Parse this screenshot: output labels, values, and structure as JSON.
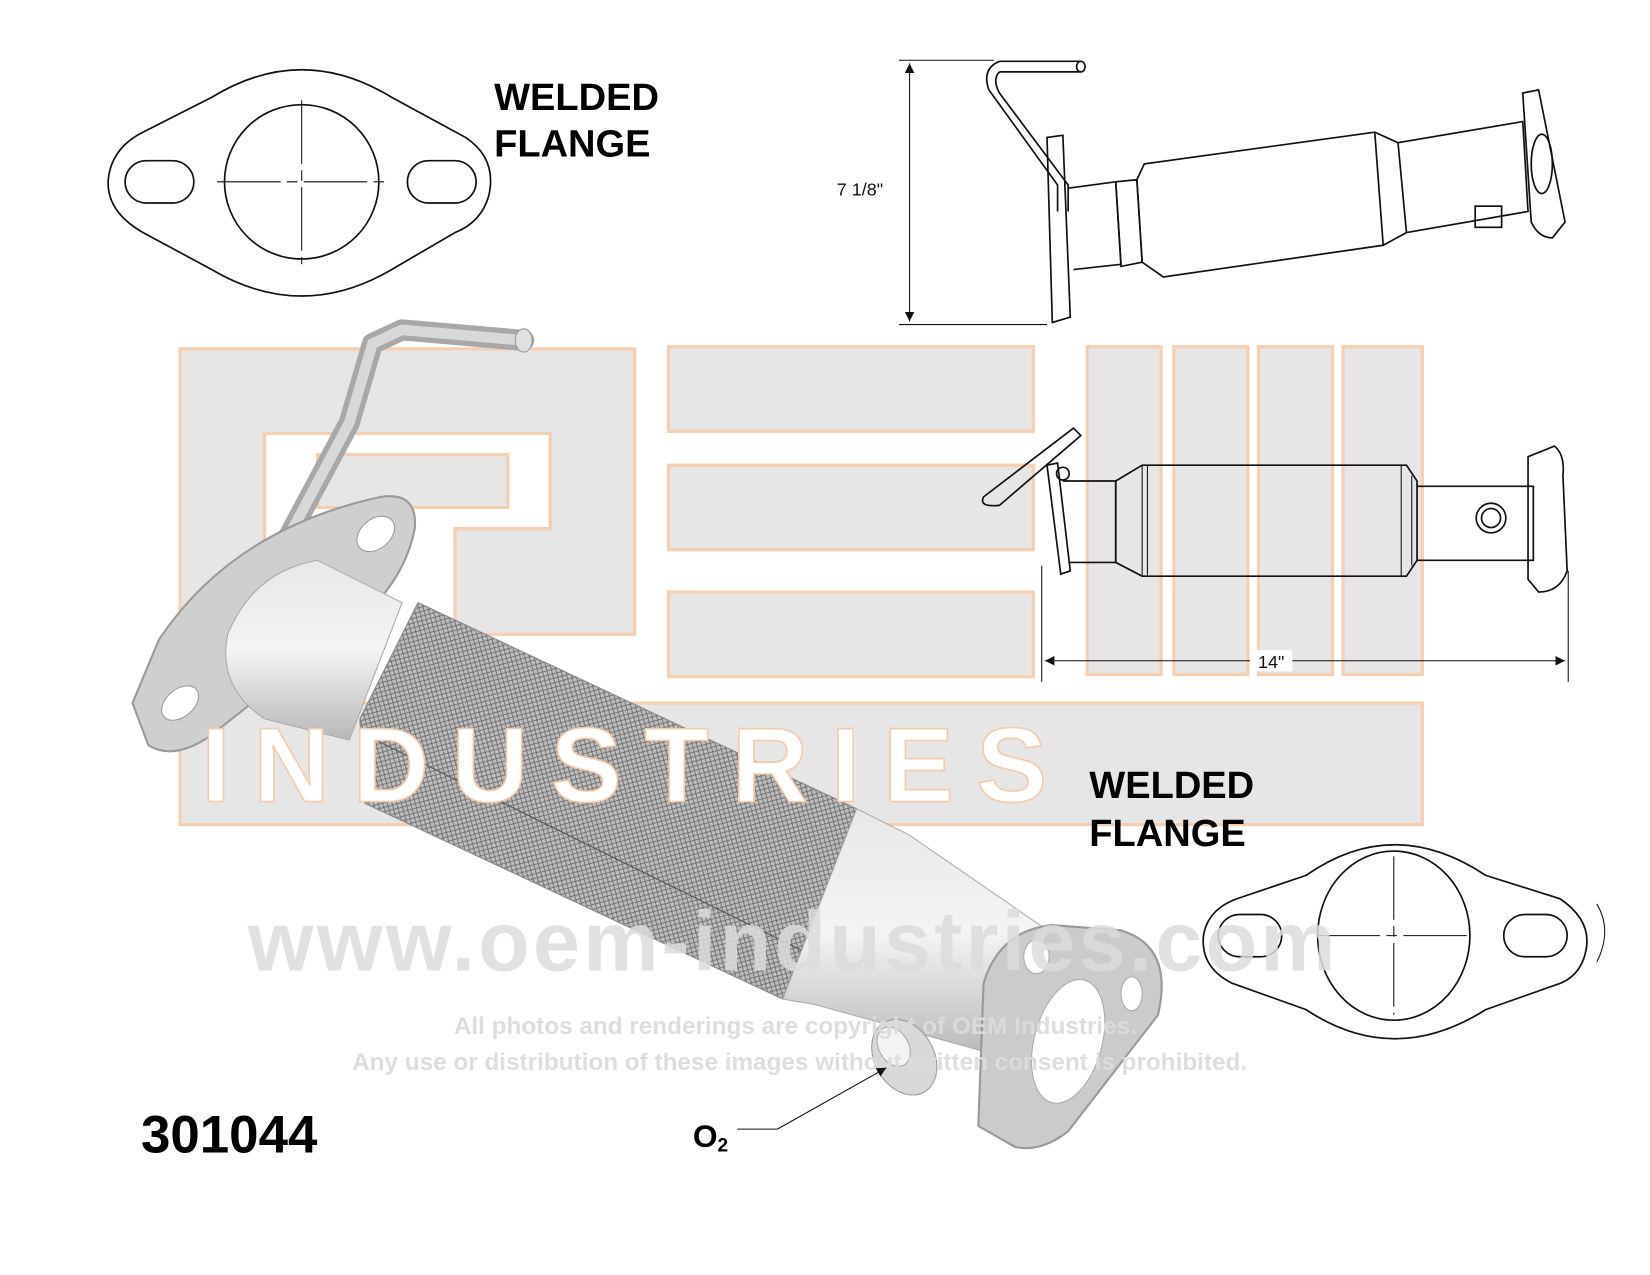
{
  "part_number": "301044",
  "labels": {
    "top_flange_line1": "WELDED",
    "top_flange_line2": "FLANGE",
    "bottom_flange_line1": "WELDED",
    "bottom_flange_line2": "FLANGE",
    "o2_main": "O",
    "o2_sub": "2"
  },
  "dimensions": {
    "height": "7 1/8\"",
    "length": "14\""
  },
  "watermark": {
    "logo_text": "OEM INDUSTRIES",
    "url": "www.oem-industries.com",
    "copyright_line1": "All photos and renderings are copyright of OEM Industries.",
    "copyright_line2": "Any use or distribution of these images without written consent is prohibited."
  },
  "colors": {
    "watermark_fill": "#e4e4e4",
    "watermark_outline": "#f6c9a8",
    "part_gray": "#c8c8c8"
  }
}
